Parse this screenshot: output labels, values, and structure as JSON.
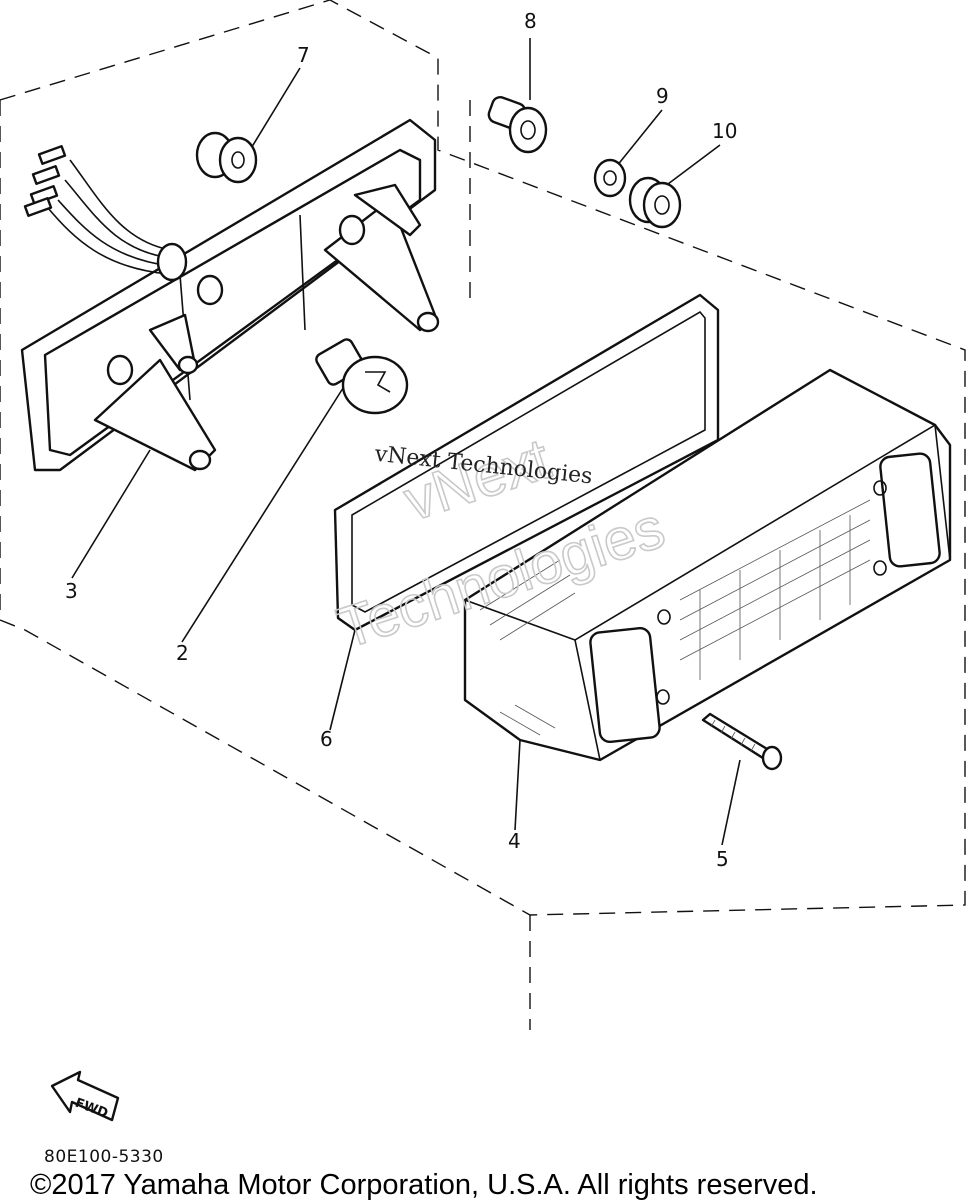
{
  "callouts": {
    "c1": "2",
    "c2": "3",
    "c3": "4",
    "c4": "5",
    "c5": "6",
    "c6": "7",
    "c7": "8",
    "c8": "9",
    "c9": "10"
  },
  "watermark": {
    "large_line_1": "vNext",
    "large_line_2": "Technologies",
    "small": "vNext Technologies"
  },
  "fwd_label": "FWD",
  "diagram_code": "80E100-5330",
  "copyright": "©2017 Yamaha Motor Corporation, U.S.A. All rights reserved."
}
